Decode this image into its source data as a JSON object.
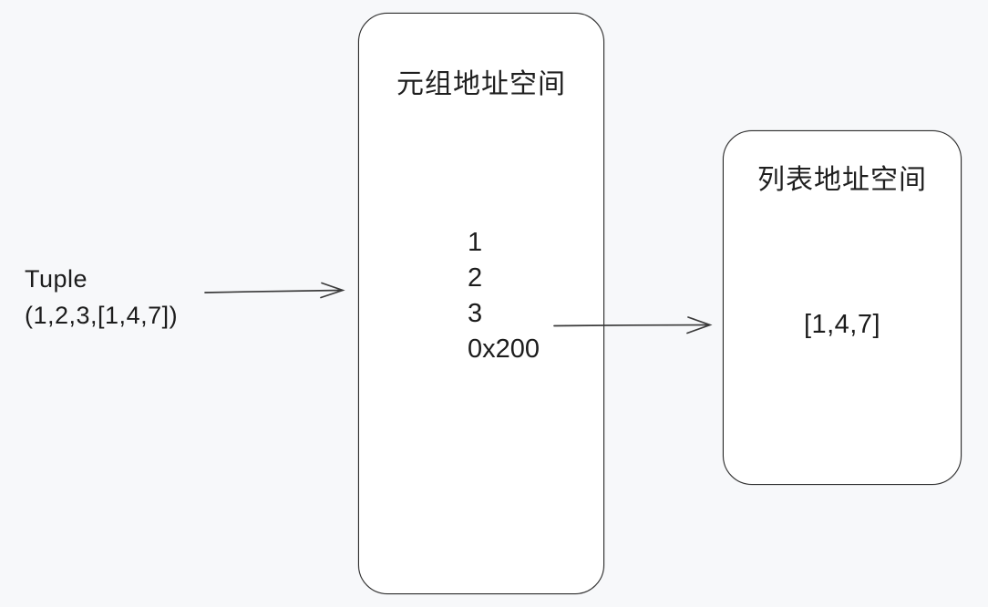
{
  "canvas": {
    "background_color": "#f7f8fa",
    "box_fill_color": "#ffffff",
    "stroke_color": "#2d2d2d",
    "arrow_color": "#3a3a3a",
    "text_color": "#1c1c1c"
  },
  "source_label": {
    "line1": "Tuple",
    "line2": "(1,2,3,[1,4,7])"
  },
  "tuple_box": {
    "title": "元组地址空间",
    "items": [
      "1",
      "2",
      "3",
      "0x200"
    ]
  },
  "list_box": {
    "title": "列表地址空间",
    "content": "[1,4,7]"
  }
}
